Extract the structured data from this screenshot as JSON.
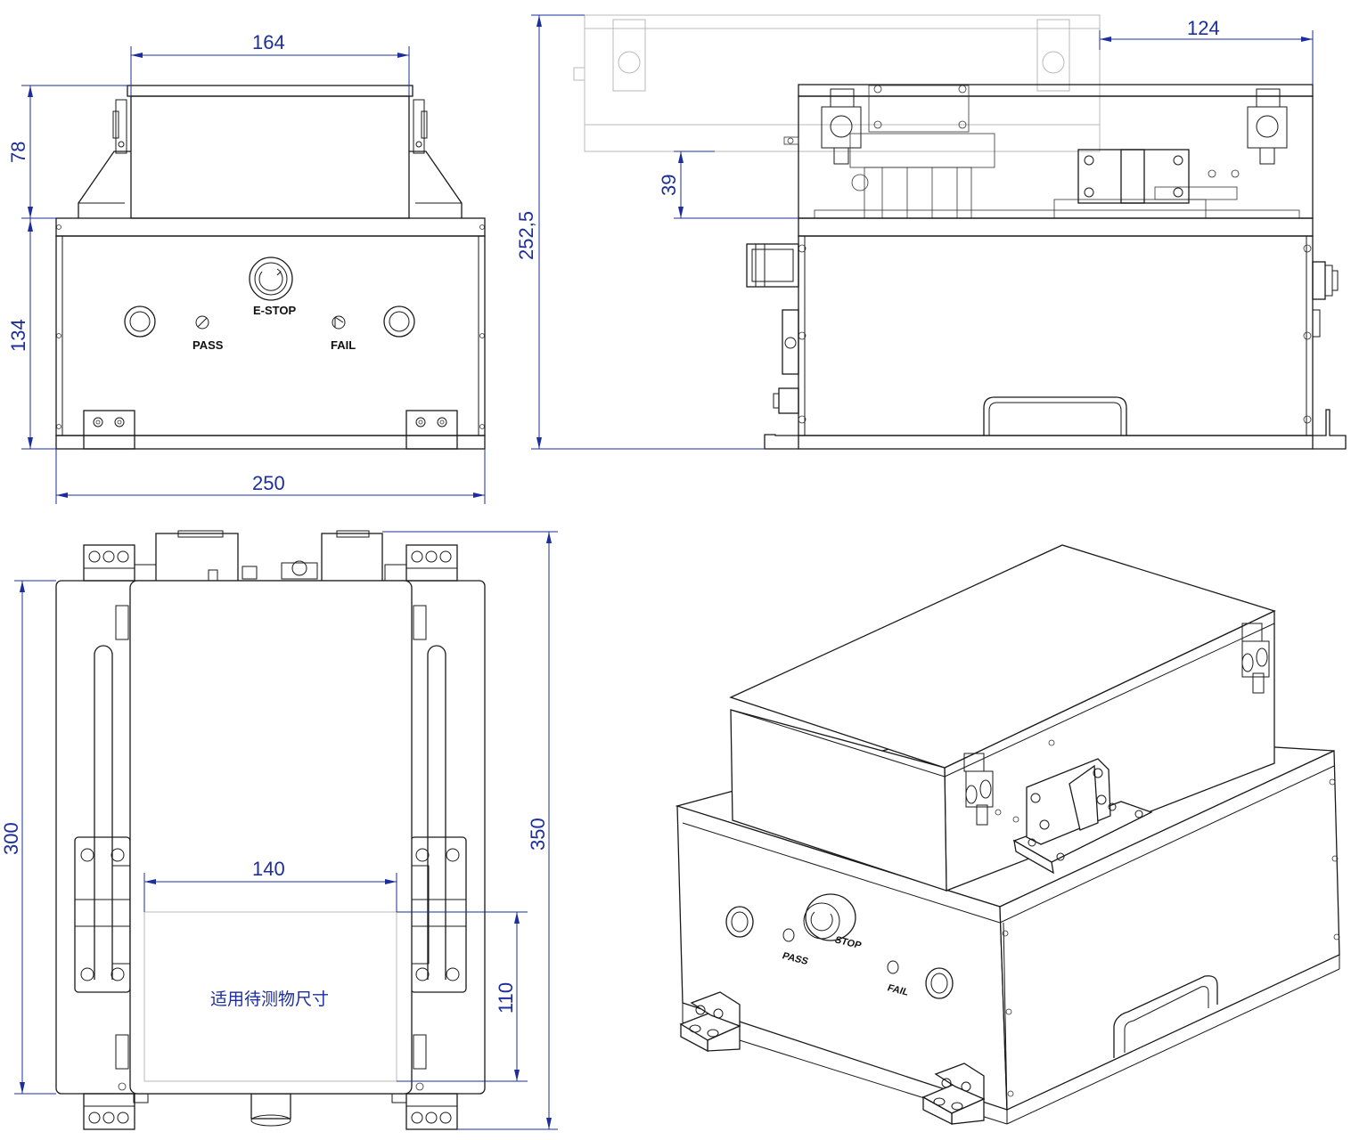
{
  "front_view": {
    "dim_width_top": "164",
    "dim_height_upper": "78",
    "dim_height_lower": "134",
    "dim_width_bottom": "250",
    "label_estop": "E-STOP",
    "label_pass": "PASS",
    "label_fail": "FAIL"
  },
  "side_view": {
    "dim_total_height": "252,5",
    "dim_lid_offset": "124",
    "dim_lift": "39"
  },
  "top_view": {
    "dim_depth_300": "300",
    "dim_depth_350": "350",
    "dim_dut_width": "140",
    "dim_dut_depth": "110",
    "dut_caption": "适用待测物尺寸"
  },
  "iso_view": {
    "label_estop": "STOP",
    "label_pass": "PASS",
    "label_fail": "FAIL"
  },
  "colors": {
    "dimension": "#1c2e9c",
    "outline": "#1a1a1a",
    "ghost": "#b8b8b8"
  }
}
